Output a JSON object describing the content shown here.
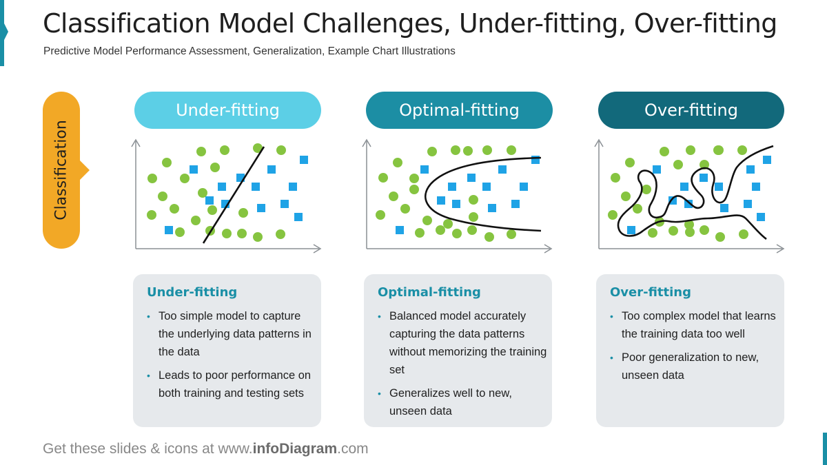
{
  "title": "Classification Model Challenges, Under-fitting, Over-fitting",
  "subtitle": "Predictive Model Performance Assessment, Generalization, Example Chart Illustrations",
  "row_label": "Classification",
  "colors": {
    "accent": "#1a8fa6",
    "row_label": "#f2a826",
    "green_points": "#86c440",
    "blue_points": "#1fa3e6",
    "under_fitting": "#5ccfe6",
    "optimal_fitting": "#1c8ea4",
    "over_fitting": "#12697b"
  },
  "columns": [
    {
      "pill": "Under-fitting",
      "card_title": "Under-fitting",
      "bullets": [
        "Too simple model to capture the underlying data patterns in the data",
        "Leads to poor performance on both training and testing sets"
      ]
    },
    {
      "pill": "Optimal-fitting",
      "card_title": "Optimal-fitting",
      "bullets": [
        "Balanced model accurately capturing the data patterns without memorizing the training set",
        "Generalizes well to new, unseen data"
      ]
    },
    {
      "pill": "Over-fitting",
      "card_title": "Over-fitting",
      "bullets": [
        "Too complex model that learns the training data too well",
        "Poor generalization to new, unseen data"
      ]
    }
  ],
  "footer": {
    "prefix": "Get these slides & icons at www.",
    "brand": "infoDiagram",
    "suffix": ".com"
  }
}
